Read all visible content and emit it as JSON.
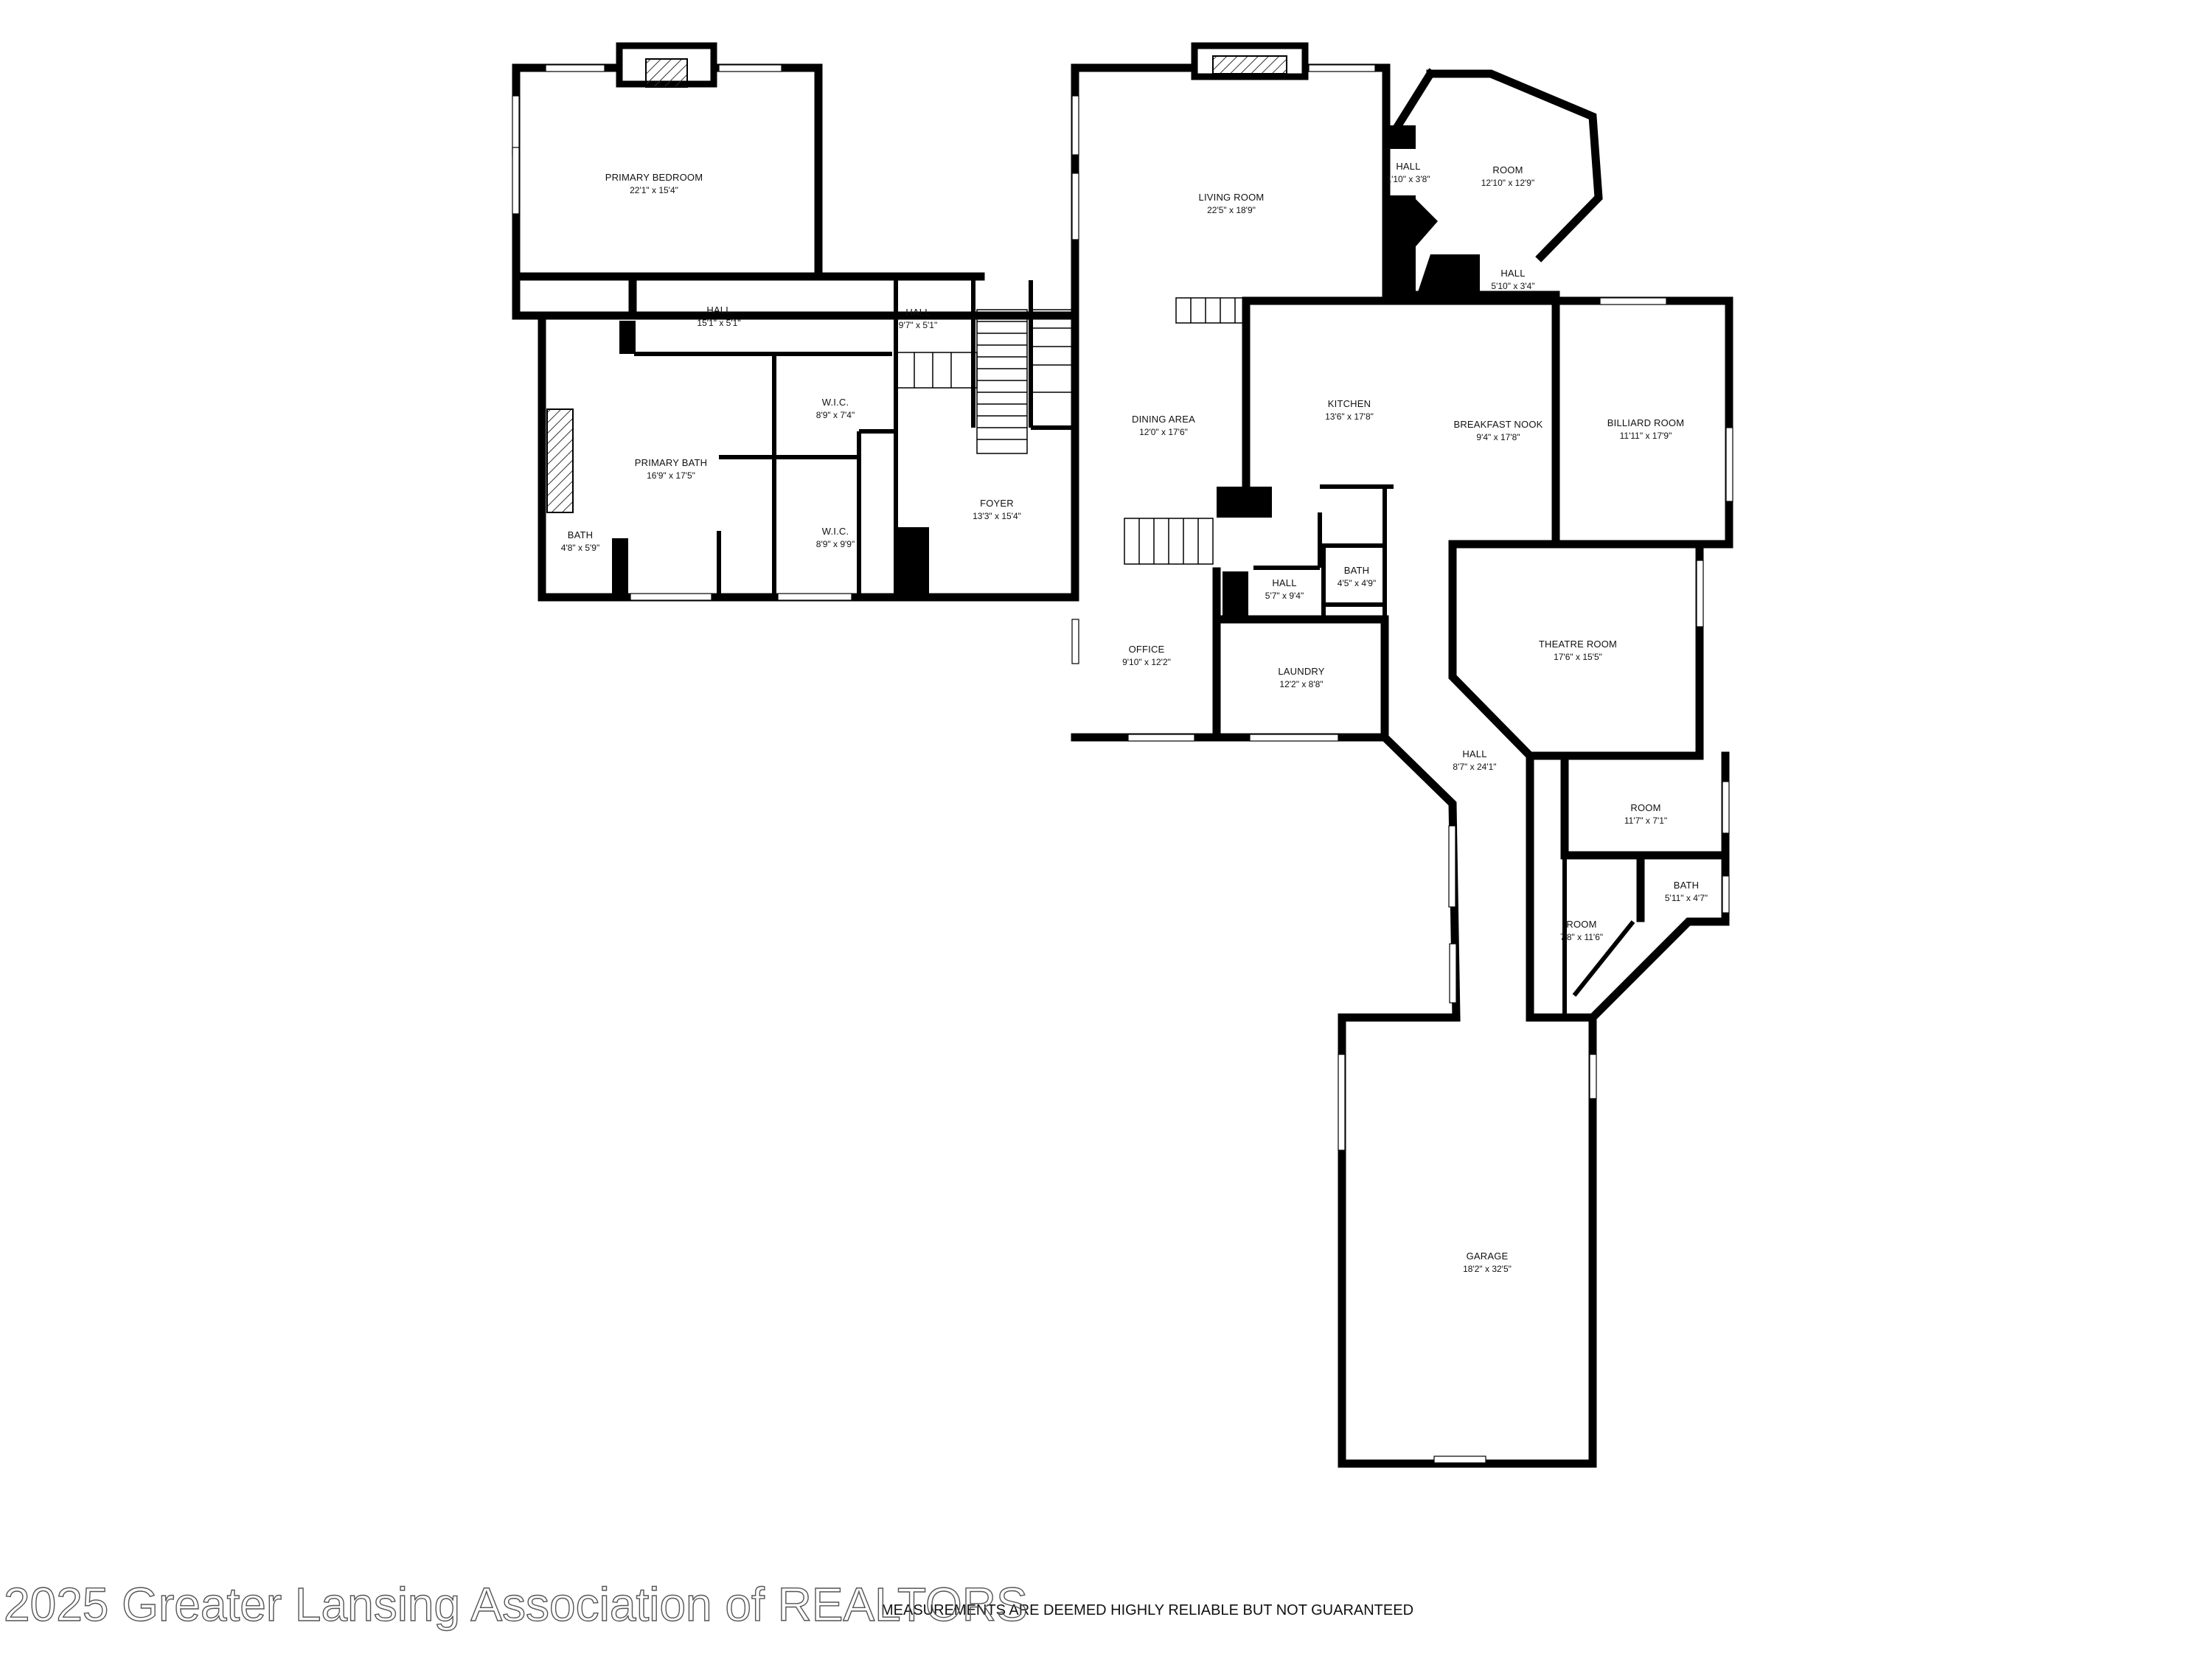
{
  "rooms": [
    {
      "id": "primary-bedroom",
      "name": "PRIMARY BEDROOM",
      "dims": "22'1\" x 15'4\""
    },
    {
      "id": "hall-upper-left",
      "name": "HALL",
      "dims": "15'1\" x 5'1\""
    },
    {
      "id": "hall-upper-mid",
      "name": "HALL",
      "dims": "9'7\" x 5'1\""
    },
    {
      "id": "wic-upper",
      "name": "W.I.C.",
      "dims": "8'9\" x 7'4\""
    },
    {
      "id": "primary-bath",
      "name": "PRIMARY BATH",
      "dims": "16'9\" x 17'5\""
    },
    {
      "id": "wic-lower",
      "name": "W.I.C.",
      "dims": "8'9\" x 9'9\""
    },
    {
      "id": "bath-primary",
      "name": "BATH",
      "dims": "4'8\" x 5'9\""
    },
    {
      "id": "foyer",
      "name": "FOYER",
      "dims": "13'3\" x 15'4\""
    },
    {
      "id": "living-room",
      "name": "LIVING ROOM",
      "dims": "22'5\" x 18'9\""
    },
    {
      "id": "hall-small",
      "name": "HALL",
      "dims": "1'10\" x 3'8\""
    },
    {
      "id": "room-octagon",
      "name": "ROOM",
      "dims": "12'10\" x 12'9\""
    },
    {
      "id": "hall-kitchen",
      "name": "HALL",
      "dims": "5'10\" x 3'4\""
    },
    {
      "id": "dining-area",
      "name": "DINING AREA",
      "dims": "12'0\" x 17'6\""
    },
    {
      "id": "kitchen",
      "name": "KITCHEN",
      "dims": "13'6\" x 17'8\""
    },
    {
      "id": "breakfast-nook",
      "name": "BREAKFAST NOOK",
      "dims": "9'4\" x 17'8\""
    },
    {
      "id": "billiard-room",
      "name": "BILLIARD ROOM",
      "dims": "11'11\" x 17'9\""
    },
    {
      "id": "bath-kitchen",
      "name": "BATH",
      "dims": "4'5\" x 4'9\""
    },
    {
      "id": "hall-laundry",
      "name": "HALL",
      "dims": "5'7\" x 9'4\""
    },
    {
      "id": "office",
      "name": "OFFICE",
      "dims": "9'10\" x 12'2\""
    },
    {
      "id": "laundry",
      "name": "LAUNDRY",
      "dims": "12'2\" x 8'8\""
    },
    {
      "id": "theatre-room",
      "name": "THEATRE ROOM",
      "dims": "17'6\" x 15'5\""
    },
    {
      "id": "hall-long",
      "name": "HALL",
      "dims": "8'7\" x 24'1\""
    },
    {
      "id": "room-east",
      "name": "ROOM",
      "dims": "11'7\" x 7'1\""
    },
    {
      "id": "bath-east",
      "name": "BATH",
      "dims": "5'11\" x 4'7\""
    },
    {
      "id": "room-south",
      "name": "ROOM",
      "dims": "7'8\" x 11'6\""
    },
    {
      "id": "garage",
      "name": "GARAGE",
      "dims": "18'2\" x 32'5\""
    }
  ],
  "footer": {
    "watermark": "2025 Greater Lansing Association of REALTORS",
    "disclaimer": "MEASUREMENTS ARE DEEMED HIGHLY RELIABLE BUT NOT GUARANTEED"
  }
}
